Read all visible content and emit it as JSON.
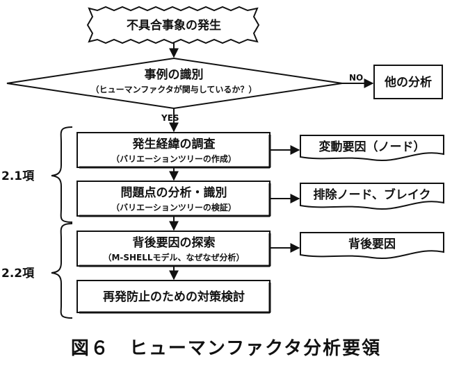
{
  "diagram": {
    "start": "不具合事象の発生",
    "decision": {
      "title": "事例の識別",
      "subtitle": "（ヒューマンファクタが関与しているか？）",
      "no_label": "NO",
      "yes_label": "YES"
    },
    "other_analysis": "他の分析",
    "steps": [
      {
        "title": "発生経緯の調査",
        "subtitle": "（バリエーションツリーの作成）",
        "output": "変動要因（ノード）"
      },
      {
        "title": "問題点の分析・識別",
        "subtitle": "（バリエーションツリーの検証）",
        "output": "排除ノード、ブレイク"
      },
      {
        "title": "背後要因の探索",
        "subtitle": "（M-SHELLモデル、なぜなぜ分析）",
        "output": "背後要因"
      },
      {
        "title": "再発防止のための対策検討"
      }
    ],
    "brackets": [
      {
        "label": "2.1項"
      },
      {
        "label": "2.2項"
      }
    ],
    "caption": "図６　ヒューマンファクタ分析要領"
  }
}
